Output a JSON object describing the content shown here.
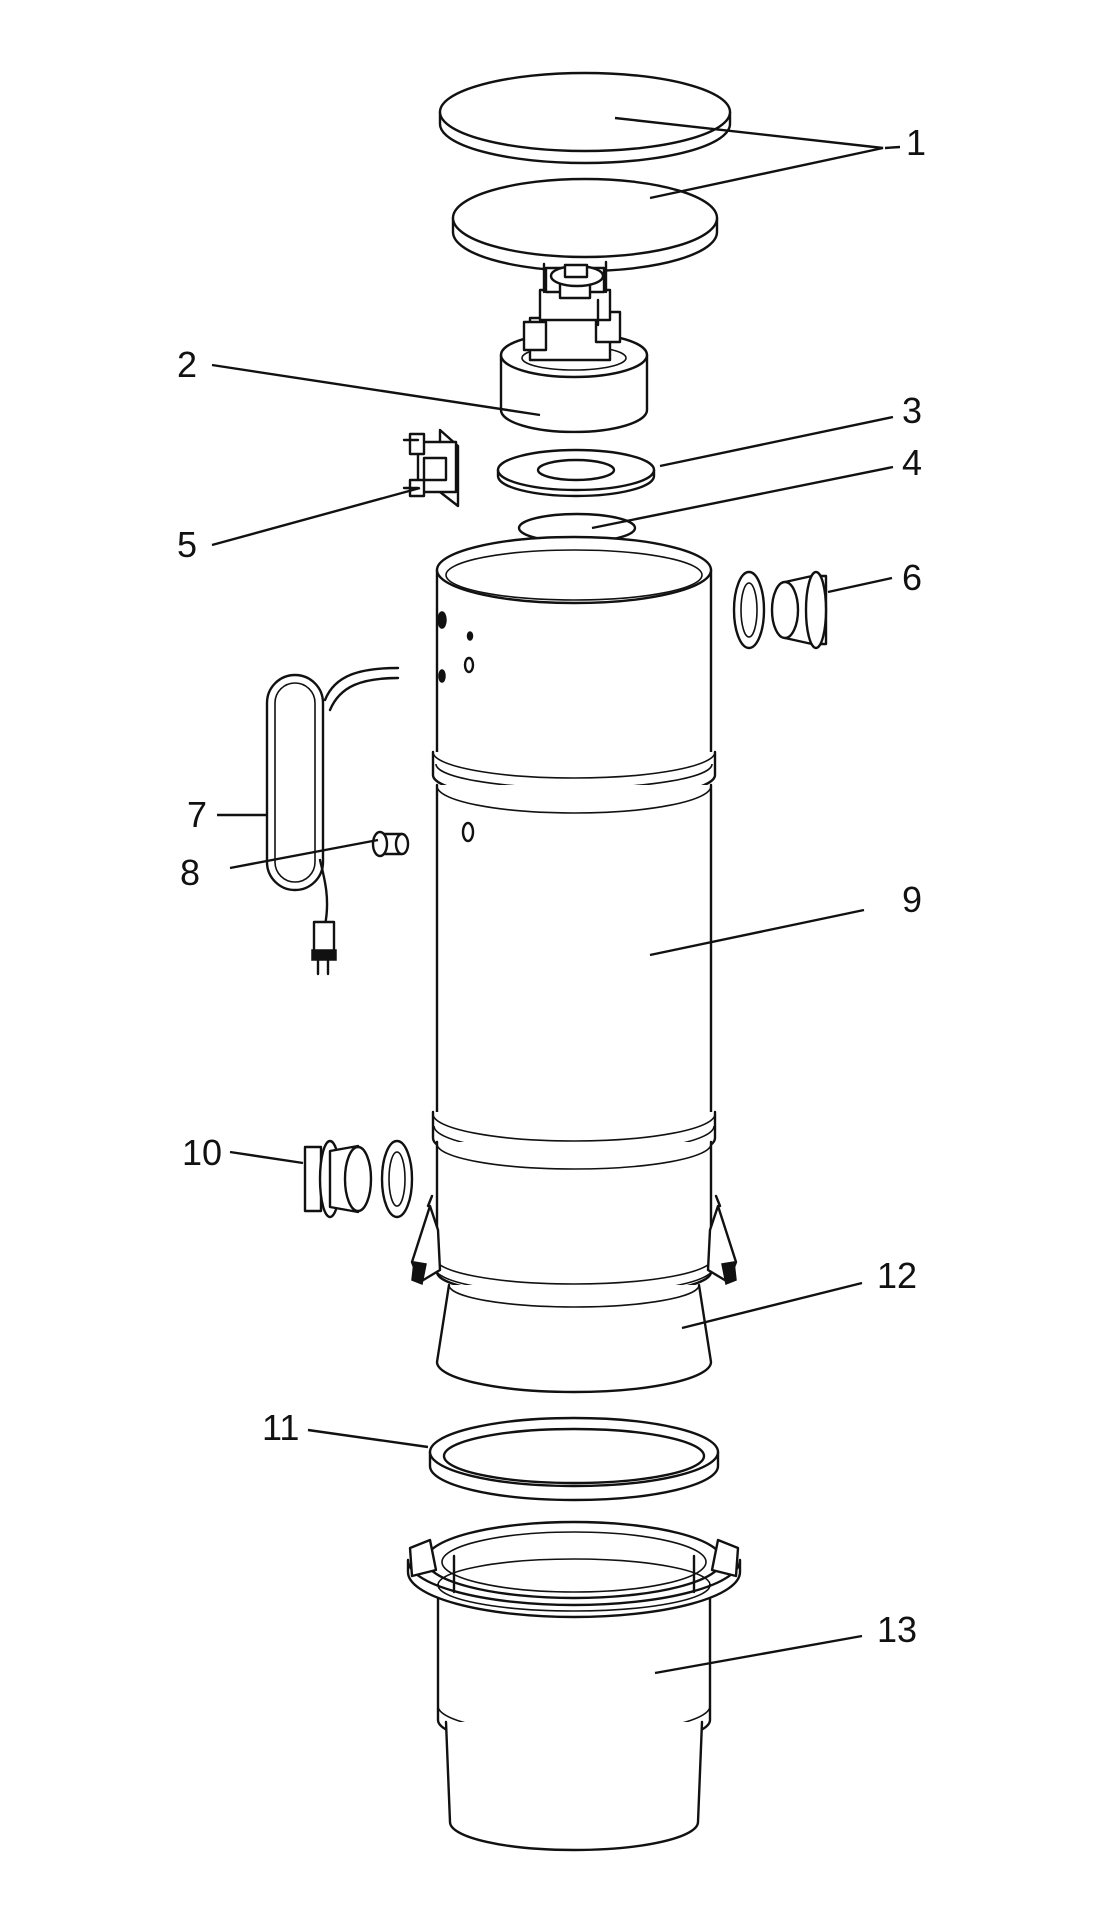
{
  "callouts": [
    {
      "id": "1",
      "text": "1"
    },
    {
      "id": "2",
      "text": "2"
    },
    {
      "id": "3",
      "text": "3"
    },
    {
      "id": "4",
      "text": "4"
    },
    {
      "id": "5",
      "text": "5"
    },
    {
      "id": "6",
      "text": "6"
    },
    {
      "id": "7",
      "text": "7"
    },
    {
      "id": "8",
      "text": "8"
    },
    {
      "id": "9",
      "text": "9"
    },
    {
      "id": "10",
      "text": "10"
    },
    {
      "id": "11",
      "text": "11"
    },
    {
      "id": "12",
      "text": "12"
    },
    {
      "id": "13",
      "text": "13"
    }
  ],
  "colors": {
    "line": "#111111",
    "background": "#ffffff"
  }
}
